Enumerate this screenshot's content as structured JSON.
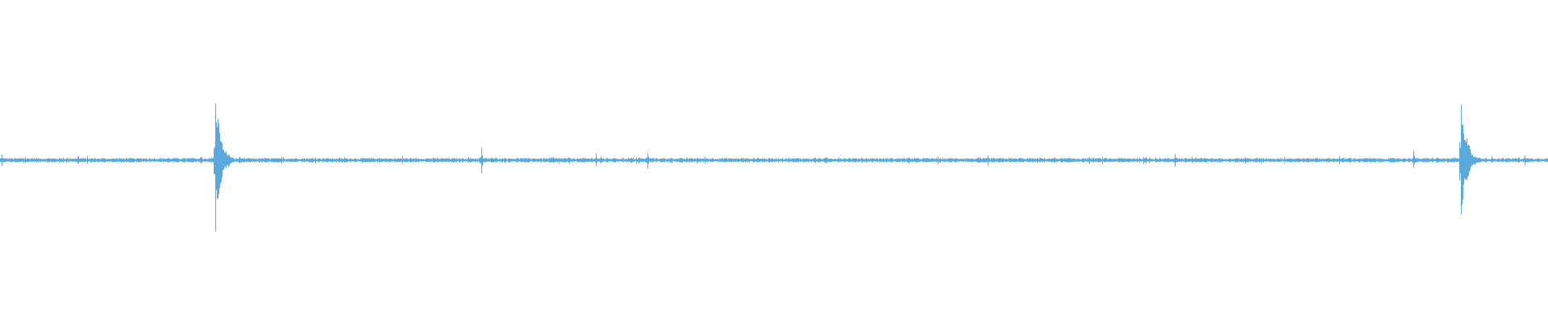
{
  "waveform": {
    "color": "#5aa9dc",
    "background": "#ffffff",
    "baseline_amplitude": 0.035,
    "duration_fraction_peaks": [
      {
        "position": 0.001,
        "amplitude": 0.09
      },
      {
        "position": 0.0505,
        "amplitude": 0.06
      },
      {
        "position": 0.139,
        "amplitude": 1.0
      },
      {
        "position": 0.26,
        "amplitude": 0.06
      },
      {
        "position": 0.311,
        "amplitude": 0.2
      },
      {
        "position": 0.385,
        "amplitude": 0.1
      },
      {
        "position": 0.418,
        "amplitude": 0.12
      },
      {
        "position": 0.638,
        "amplitude": 0.08
      },
      {
        "position": 0.759,
        "amplitude": 0.1
      },
      {
        "position": 0.804,
        "amplitude": 0.05
      },
      {
        "position": 0.865,
        "amplitude": 0.06
      },
      {
        "position": 0.913,
        "amplitude": 0.14
      },
      {
        "position": 0.944,
        "amplitude": 0.86
      },
      {
        "position": 0.985,
        "amplitude": 0.08
      }
    ]
  }
}
